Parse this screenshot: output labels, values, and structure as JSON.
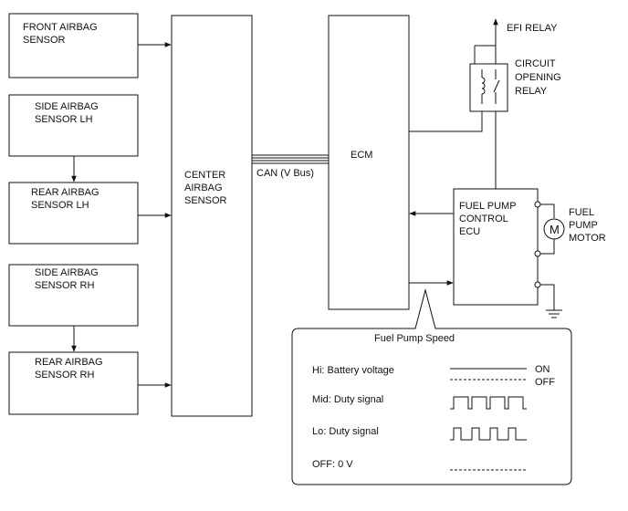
{
  "blocks": {
    "front_airbag_sensor": [
      "FRONT AIRBAG",
      "SENSOR"
    ],
    "side_airbag_sensor_lh": [
      "SIDE AIRBAG",
      "SENSOR LH"
    ],
    "rear_airbag_sensor_lh": [
      "REAR AIRBAG",
      "SENSOR LH"
    ],
    "side_airbag_sensor_rh": [
      "SIDE AIRBAG",
      "SENSOR RH"
    ],
    "rear_airbag_sensor_rh": [
      "REAR AIRBAG",
      "SENSOR RH"
    ],
    "center_airbag_sensor": [
      "CENTER",
      "AIRBAG",
      "SENSOR"
    ],
    "ecm": [
      "ECM"
    ],
    "fuel_pump_control_ecu": [
      "FUEL PUMP",
      "CONTROL",
      "ECU"
    ],
    "circuit_opening_relay": [
      "CIRCUIT",
      "OPENING",
      "RELAY"
    ],
    "fuel_pump_motor": [
      "FUEL",
      "PUMP",
      "MOTOR"
    ],
    "motor_symbol": "M"
  },
  "labels": {
    "can_bus": "CAN (V Bus)",
    "efi_relay": "EFI RELAY"
  },
  "legend": {
    "title": "Fuel Pump Speed",
    "rows": [
      {
        "label": "Hi: Battery voltage",
        "signal": "hi"
      },
      {
        "label": "Mid: Duty signal",
        "signal": "mid"
      },
      {
        "label": "Lo: Duty signal",
        "signal": "lo"
      },
      {
        "label": "OFF: 0 V",
        "signal": "off"
      }
    ],
    "on_label": "ON",
    "off_label": "OFF"
  }
}
